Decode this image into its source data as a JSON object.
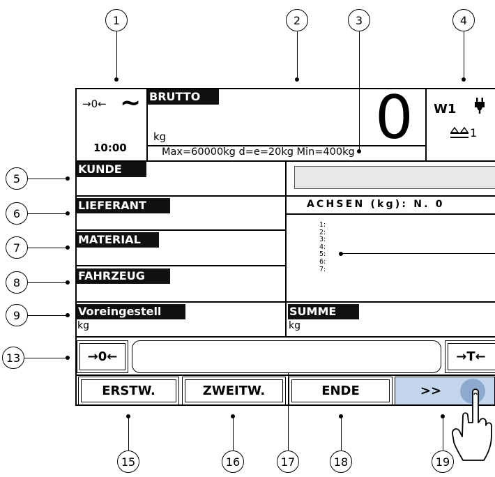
{
  "callouts": [
    "1",
    "2",
    "3",
    "4",
    "5",
    "6",
    "7",
    "8",
    "9",
    "13",
    "15",
    "16",
    "17",
    "18",
    "19"
  ],
  "status": {
    "zero_marker": "→0←",
    "stable_marker": "~",
    "time": "10:00"
  },
  "weight": {
    "label": "BRUTTO",
    "unit": "kg",
    "value": "0",
    "spec": "Max=60000kg d=e=20kg Min=400kg"
  },
  "scale": {
    "name": "W1",
    "number": "1"
  },
  "fields": {
    "kunde": "KUNDE",
    "lieferant": "LIEFERANT",
    "material": "MATERIAL",
    "fahrzeug": "FAHRZEUG",
    "voreingestellt": "Voreingestell",
    "voreingestellt_unit": "kg",
    "summe": "SUMME",
    "summe_unit": "kg"
  },
  "axles": {
    "header": "ACHSEN (kg): N. 0",
    "rows": [
      "1:",
      "2:",
      "3:",
      "4:",
      "5:",
      "6:",
      "7:"
    ]
  },
  "buttons": {
    "zero": "→0←",
    "tare": "→T←",
    "erstw": "ERSTW.",
    "zweitw": "ZWEITW.",
    "ende": "ENDE",
    "more": ">>"
  },
  "colors": {
    "more_button_bg": "#c3d6ec",
    "input_bg": "#e8e8e8",
    "touch_dot": "#7f9fc7"
  }
}
